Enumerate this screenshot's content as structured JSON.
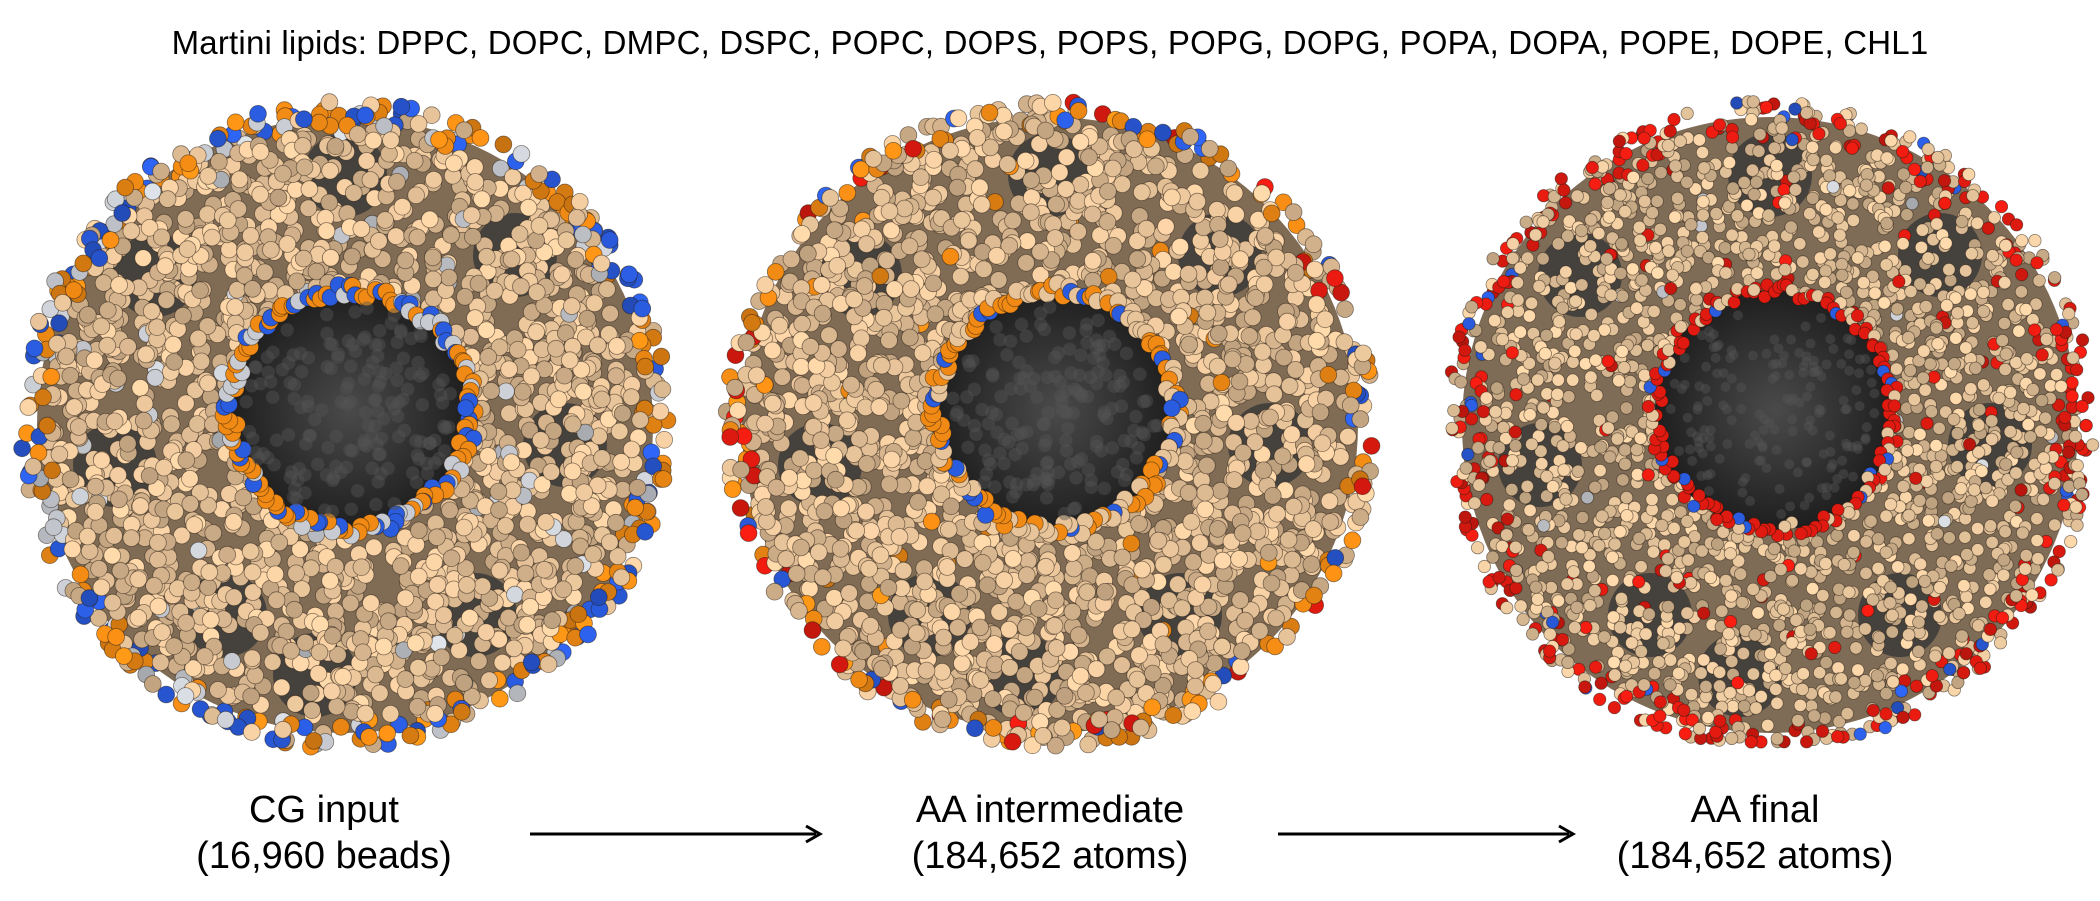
{
  "figure": {
    "title": "Martini lipids: DPPC, DOPC, DMPC, DSPC, POPC, DOPS, POPS,  POPG, DOPG, POPA, DOPA, POPE, DOPE, CHL1",
    "panels": [
      {
        "id": "cg-input",
        "caption_line1": "CG input",
        "caption_line2": "(16,960 beads)",
        "style": "cg",
        "colors": {
          "tail": "#e8c49a",
          "headgroup": "#f08a14",
          "phosphate": "#2a5ce0",
          "glycerol": "#c8ccd2",
          "core": "#3a3a3a"
        }
      },
      {
        "id": "aa-intermediate",
        "caption_line1": "AA intermediate",
        "caption_line2": "(184,652 atoms)",
        "style": "intermediate",
        "colors": {
          "tail": "#e8c49a",
          "headgroup": "#f08a14",
          "phosphate": "#2a5ce0",
          "oxygen": "#e01a10",
          "core": "#3a3a3a"
        }
      },
      {
        "id": "aa-final",
        "caption_line1": "AA final",
        "caption_line2": "(184,652 atoms)",
        "style": "final",
        "colors": {
          "tail": "#e6c59c",
          "oxygen": "#e01a10",
          "nitrogen": "#2a5ce0",
          "cholesterol": "#c8ccd2",
          "core": "#3a3a3a"
        }
      }
    ],
    "arrows": [
      {
        "from": "cg-input",
        "to": "aa-intermediate"
      },
      {
        "from": "aa-intermediate",
        "to": "aa-final"
      }
    ]
  }
}
